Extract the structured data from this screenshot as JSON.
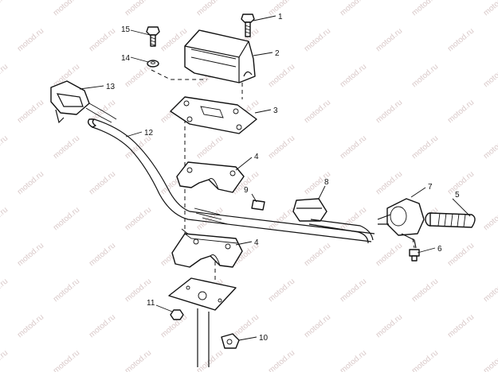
{
  "diagram": {
    "watermark": "motod.ru",
    "callouts": [
      "1",
      "2",
      "3",
      "4",
      "4",
      "5",
      "6",
      "7",
      "8",
      "9",
      "10",
      "11",
      "12",
      "13",
      "14",
      "15"
    ]
  }
}
